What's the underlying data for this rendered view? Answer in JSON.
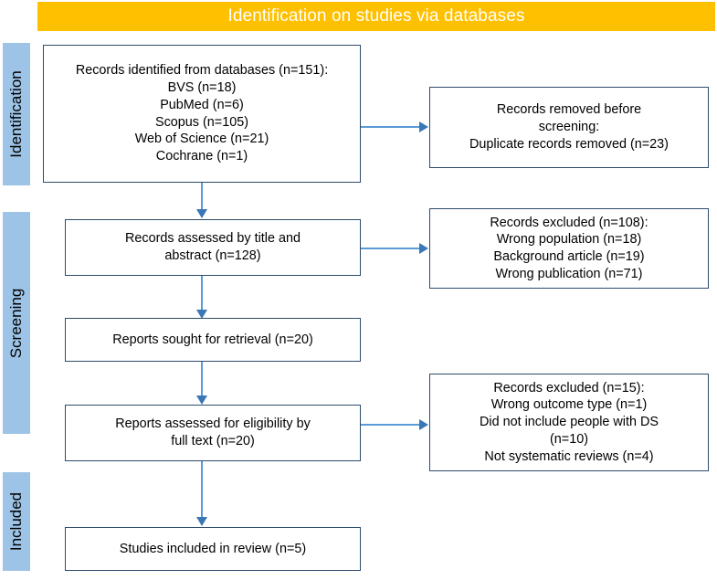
{
  "header": {
    "title": "Identification on studies via databases",
    "bar_color": "#ffc000",
    "text_color": "#ffffff"
  },
  "phases": [
    {
      "label": "Identification"
    },
    {
      "label": "Screening"
    },
    {
      "label": "Included"
    }
  ],
  "phase_bar_color": "#9dc3e6",
  "box_border_color": "#2e4b6b",
  "connector_color": "#5b9bd5",
  "arrow_head_color": "#3a77b5",
  "boxes": {
    "identified": "Records identified from databases (n=151):\nBVS (n=18)\nPubMed (n=6)\nScopus (n=105)\nWeb of Science (n=21)\nCochrane (n=1)",
    "removed_before_screening": "Records removed before\nscreening:\nDuplicate records removed (n=23)",
    "assessed_title_abstract": "Records assessed by title and\nabstract (n=128)",
    "excluded_screening": "Records excluded (n=108):\nWrong population (n=18)\nBackground article (n=19)\nWrong publication (n=71)",
    "reports_sought": "Reports sought for retrieval (n=20)",
    "reports_assessed": "Reports assessed for eligibility by\nfull text (n=20)",
    "excluded_eligibility": "Records excluded (n=15):\nWrong outcome type (n=1)\nDid not include people with DS\n(n=10)\nNot systematic reviews (n=4)",
    "included": "Studies included in review (n=5)"
  }
}
